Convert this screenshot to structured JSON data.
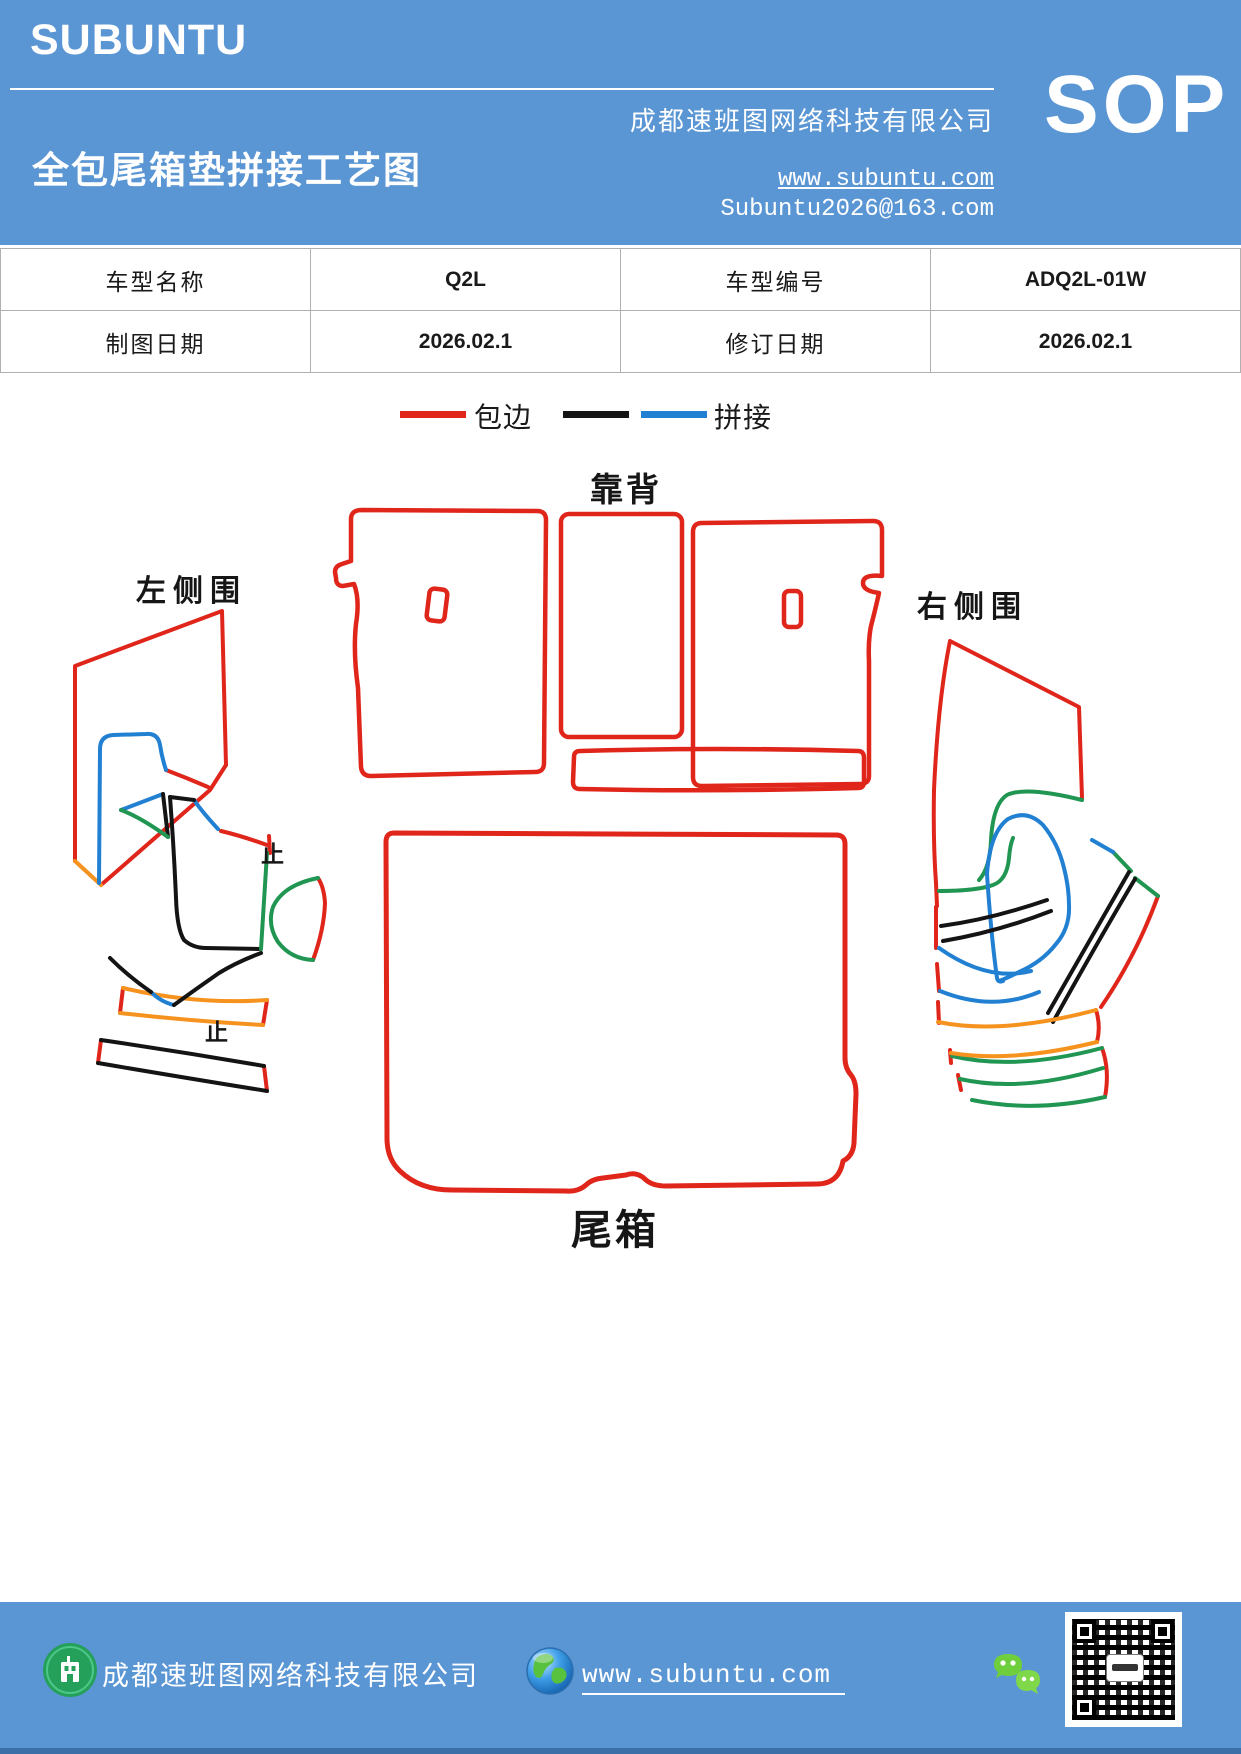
{
  "colors": {
    "header_bg": "#5b96d4",
    "footer_bg": "#5b96d4",
    "footer_edge": "#3a6fa7",
    "binding_red": "#e0251b",
    "splice_black": "#141414",
    "splice_blue": "#2180d2",
    "splice_green": "#219653",
    "splice_orange": "#f6921e",
    "table_border": "#b0b0b0"
  },
  "header": {
    "logo": "SUBUNTU",
    "title": "全包尾箱垫拼接工艺图",
    "company": "成都速班图网络科技有限公司",
    "website": "www.subuntu.com",
    "email": "Subuntu2026@163.com",
    "badge": "SOP"
  },
  "info_table": {
    "rows": [
      {
        "cells": [
          {
            "text": "车型名称"
          },
          {
            "text": "Q2L"
          },
          {
            "text": "车型编号"
          },
          {
            "text": "ADQ2L-01W"
          }
        ]
      },
      {
        "cells": [
          {
            "text": "制图日期"
          },
          {
            "text": "2026.02.1"
          },
          {
            "text": "修订日期"
          },
          {
            "text": "2026.02.1"
          }
        ]
      }
    ]
  },
  "legend": {
    "binding_label": "包边",
    "splice_label": "拼接"
  },
  "diagram": {
    "backrest_label": "靠背",
    "left_side_label": "左侧围",
    "right_side_label": "右侧围",
    "trunk_label": "尾箱",
    "stop_mark_1": "止",
    "stop_mark_2": "止"
  },
  "footer": {
    "company": "成都速班图网络科技有限公司",
    "website": "www.subuntu.com"
  }
}
